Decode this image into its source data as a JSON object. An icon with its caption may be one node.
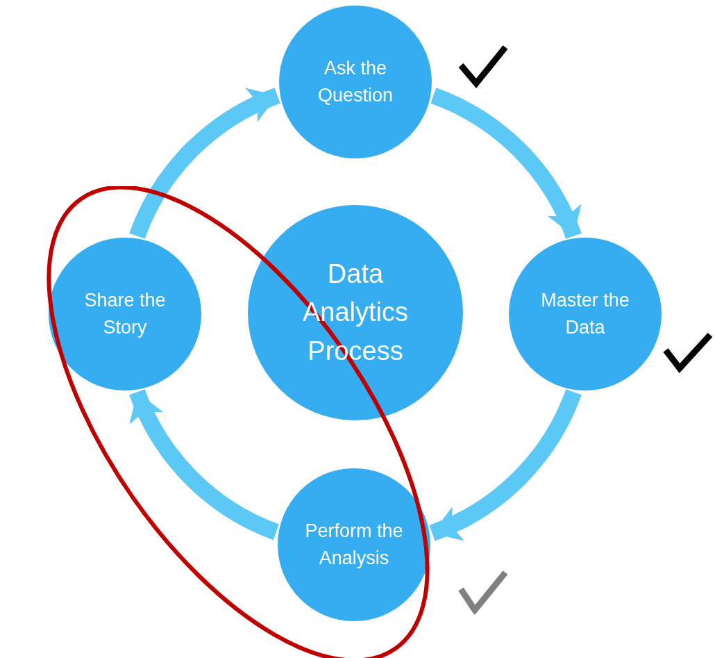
{
  "diagram": {
    "nodes": [
      {
        "text": [
          "Ask the Question"
        ]
      },
      {
        "text": [
          "Master the Data"
        ]
      },
      {
        "text": [
          "Perform the Analysis"
        ]
      },
      {
        "text": [
          "Share the Story"
        ]
      },
      {
        "text": [
          "Data Analytics Process"
        ]
      }
    ],
    "edges": [
      {
        "from": 0,
        "to": 1,
        "arrow": "to"
      },
      {
        "from": 1,
        "to": 2,
        "arrow": "to"
      },
      {
        "from": 2,
        "to": 3,
        "arrow": "to"
      },
      {
        "from": 3,
        "to": 0,
        "arrow": "to"
      }
    ]
  }
}
